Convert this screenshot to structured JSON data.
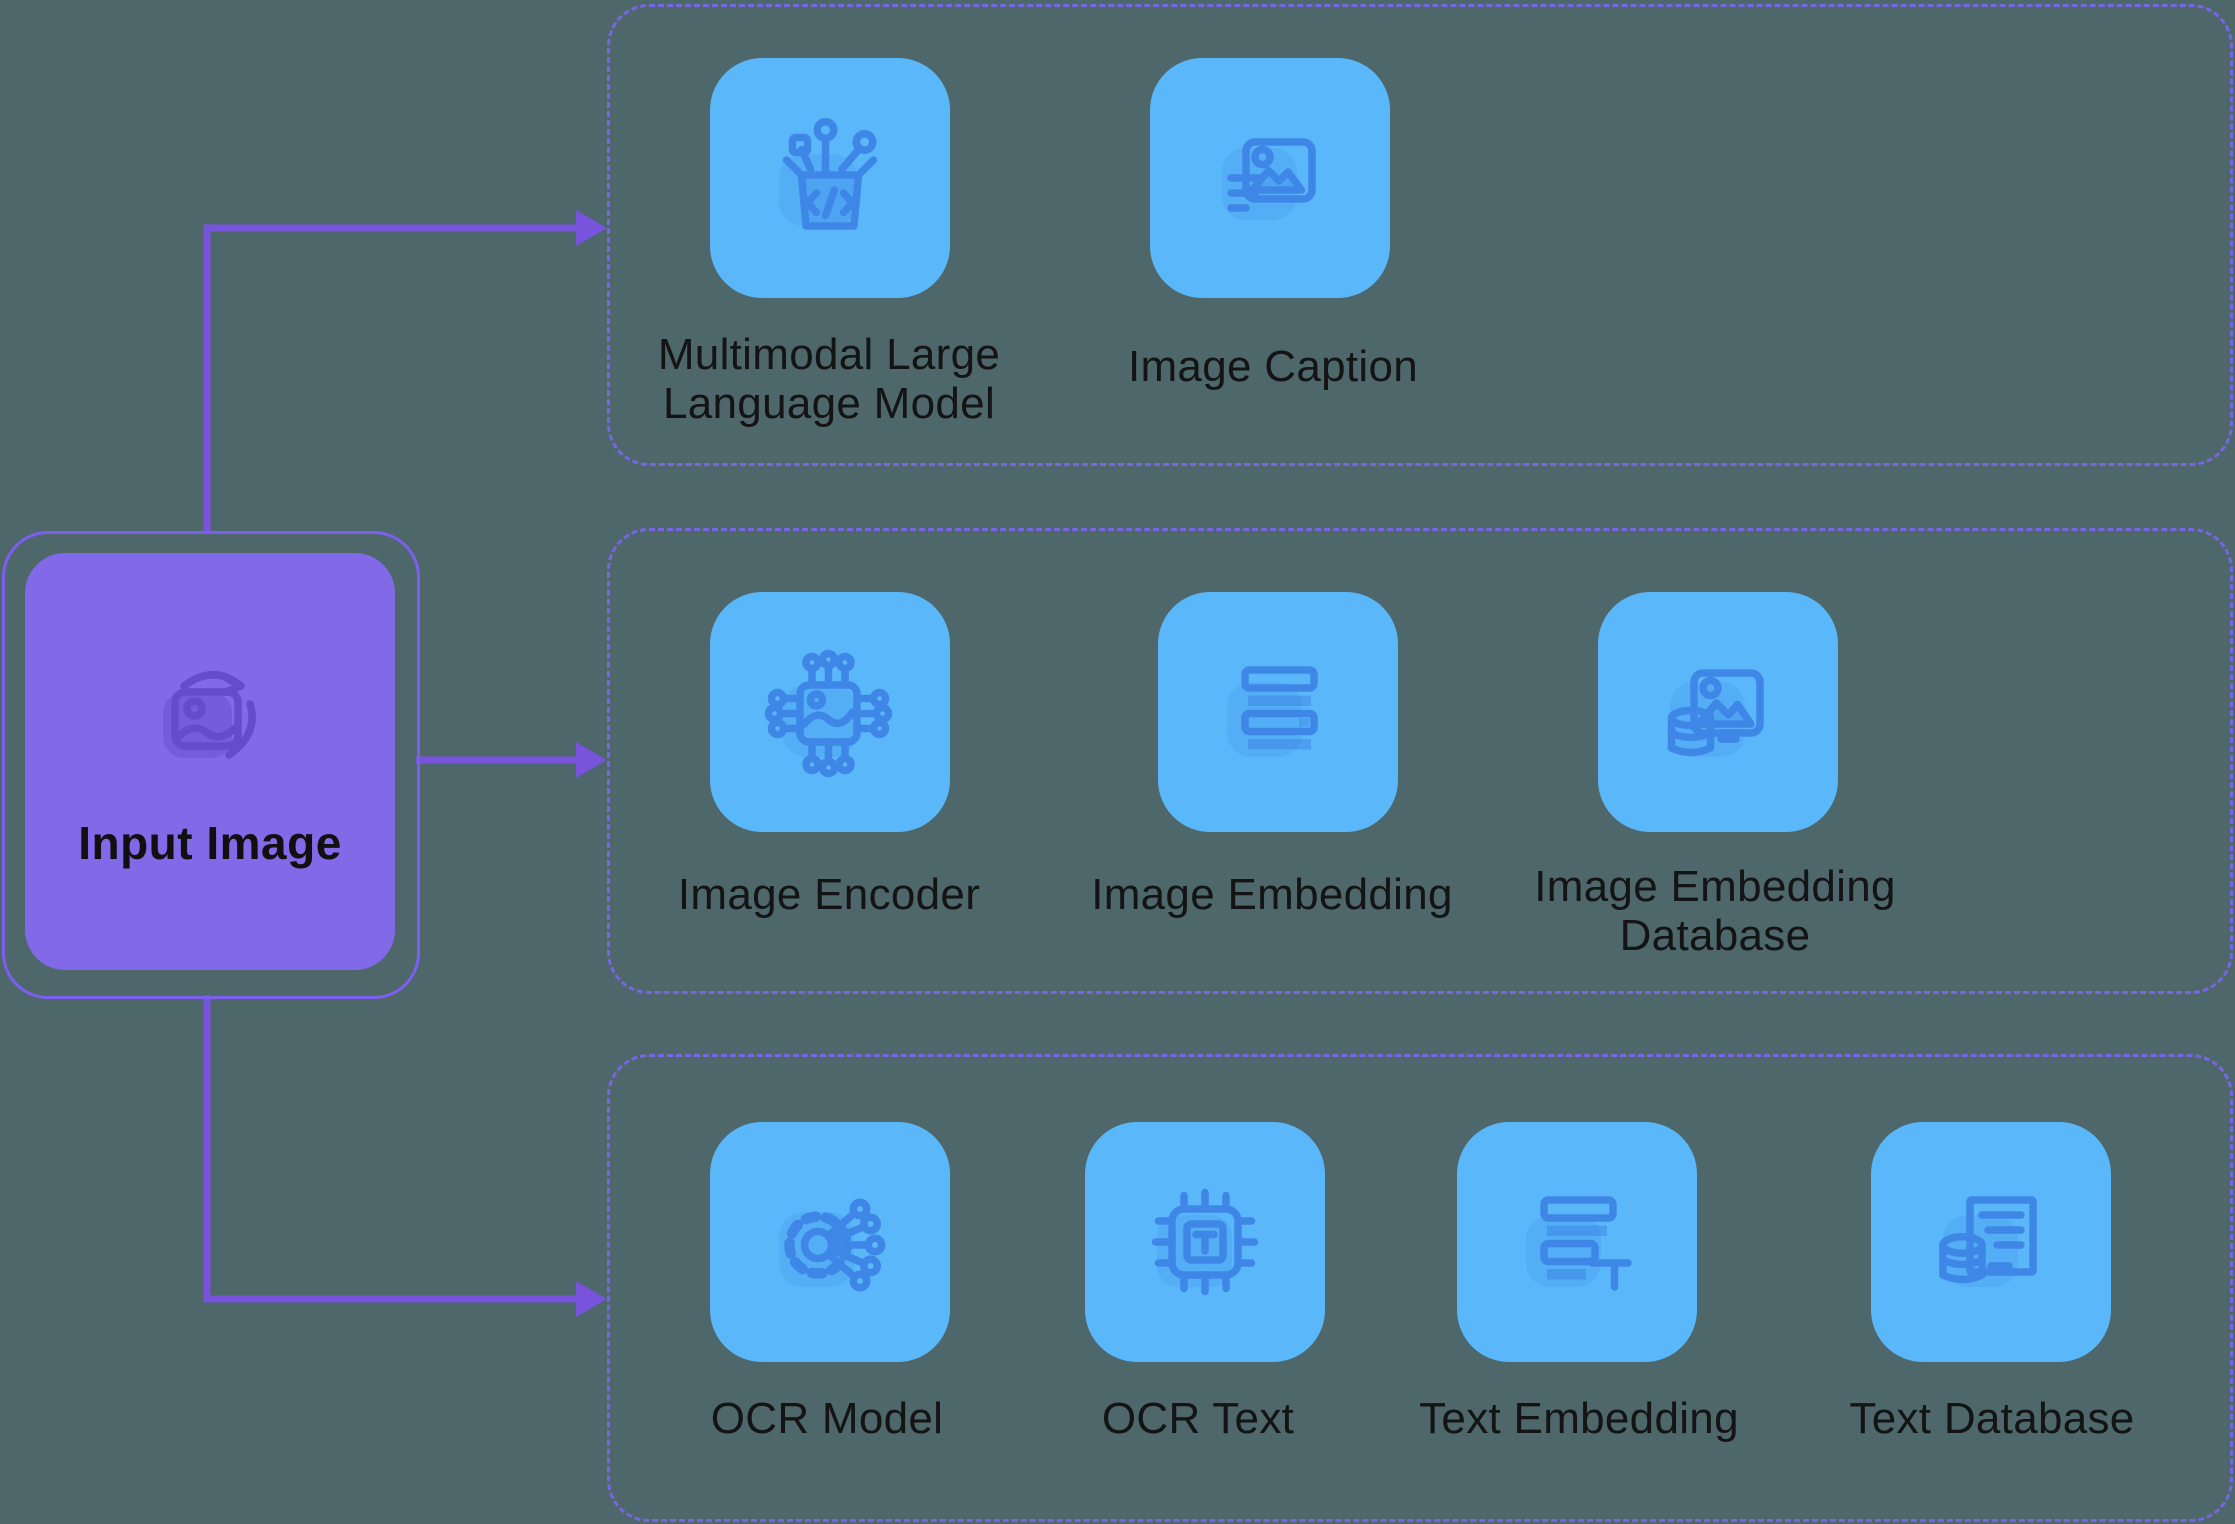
{
  "colors": {
    "background": "#4D676B",
    "connector_purple": "#7853DC",
    "dashed_border_purple": "#7666E2",
    "input_box_fill": "#8169E8",
    "input_box_border": "#7D5FF0",
    "tile_blue": "#5AB8FA",
    "icon_blue": "#3B7FE3",
    "label_text": "#141414"
  },
  "input_box": {
    "label": "Input Image",
    "icon": "rotate-image-icon"
  },
  "groups": [
    {
      "items": [
        {
          "label": "Multimodal Large Language Model",
          "icon": "mllm-box-icon"
        },
        {
          "label": "Image Caption",
          "icon": "image-caption-icon"
        }
      ]
    },
    {
      "items": [
        {
          "label": "Image Encoder",
          "icon": "image-encoder-chip-icon"
        },
        {
          "label": "Image Embedding",
          "icon": "image-embedding-stack-icon"
        },
        {
          "label": "Image Embedding Database",
          "icon": "image-embedding-database-icon"
        }
      ]
    },
    {
      "items": [
        {
          "label": "OCR Model",
          "icon": "ocr-model-gear-icon"
        },
        {
          "label": "OCR Text",
          "icon": "ocr-text-chip-icon"
        },
        {
          "label": "Text Embedding",
          "icon": "text-embedding-stack-icon"
        },
        {
          "label": "Text Database",
          "icon": "text-database-icon"
        }
      ]
    }
  ]
}
